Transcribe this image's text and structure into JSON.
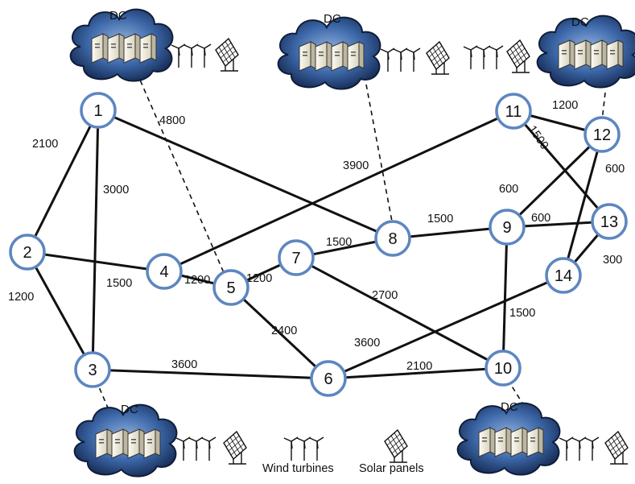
{
  "nodes": [
    {
      "id": "1",
      "label": "1"
    },
    {
      "id": "2",
      "label": "2"
    },
    {
      "id": "3",
      "label": "3"
    },
    {
      "id": "4",
      "label": "4"
    },
    {
      "id": "5",
      "label": "5"
    },
    {
      "id": "6",
      "label": "6"
    },
    {
      "id": "7",
      "label": "7"
    },
    {
      "id": "8",
      "label": "8"
    },
    {
      "id": "9",
      "label": "9"
    },
    {
      "id": "10",
      "label": "10"
    },
    {
      "id": "11",
      "label": "11"
    },
    {
      "id": "12",
      "label": "12"
    },
    {
      "id": "13",
      "label": "13"
    },
    {
      "id": "14",
      "label": "14"
    }
  ],
  "links": [
    {
      "from": "1",
      "to": "2",
      "weight": "2100"
    },
    {
      "from": "1",
      "to": "3",
      "weight": "3000"
    },
    {
      "from": "1",
      "to": "8",
      "weight": "4800"
    },
    {
      "from": "2",
      "to": "4",
      "weight": "1500"
    },
    {
      "from": "2",
      "to": "3",
      "weight": "1200"
    },
    {
      "from": "3",
      "to": "6",
      "weight": "3600"
    },
    {
      "from": "4",
      "to": "5",
      "weight": "1200"
    },
    {
      "from": "4",
      "to": "11",
      "weight": "3900"
    },
    {
      "from": "5",
      "to": "7",
      "weight": "1200"
    },
    {
      "from": "5",
      "to": "6",
      "weight": "2400"
    },
    {
      "from": "7",
      "to": "8",
      "weight": "1500"
    },
    {
      "from": "7",
      "to": "10",
      "weight": "2700"
    },
    {
      "from": "8",
      "to": "9",
      "weight": "1500"
    },
    {
      "from": "9",
      "to": "13",
      "weight": "600"
    },
    {
      "from": "9",
      "to": "12",
      "weight": "600"
    },
    {
      "from": "9",
      "to": "10",
      "weight": "1500"
    },
    {
      "from": "6",
      "to": "10",
      "weight": "2100"
    },
    {
      "from": "6",
      "to": "14",
      "weight": "3600"
    },
    {
      "from": "11",
      "to": "12",
      "weight": "1200"
    },
    {
      "from": "11",
      "to": "13",
      "weight": "1500"
    },
    {
      "from": "12",
      "to": "14",
      "weight": "600"
    },
    {
      "from": "13",
      "to": "14",
      "weight": "300"
    }
  ],
  "datacenters": [
    {
      "id": "dc-top-left",
      "label": "DC",
      "attached_node": "5"
    },
    {
      "id": "dc-top-middle",
      "label": "DC",
      "attached_node": "8"
    },
    {
      "id": "dc-top-right",
      "label": "DC",
      "attached_node": "12"
    },
    {
      "id": "dc-bottom-left",
      "label": "DC",
      "attached_node": "3"
    },
    {
      "id": "dc-bottom-right",
      "label": "DC",
      "attached_node": "10"
    }
  ],
  "legend": {
    "wind_label": "Wind turbines",
    "solar_label": "Solar panels"
  }
}
